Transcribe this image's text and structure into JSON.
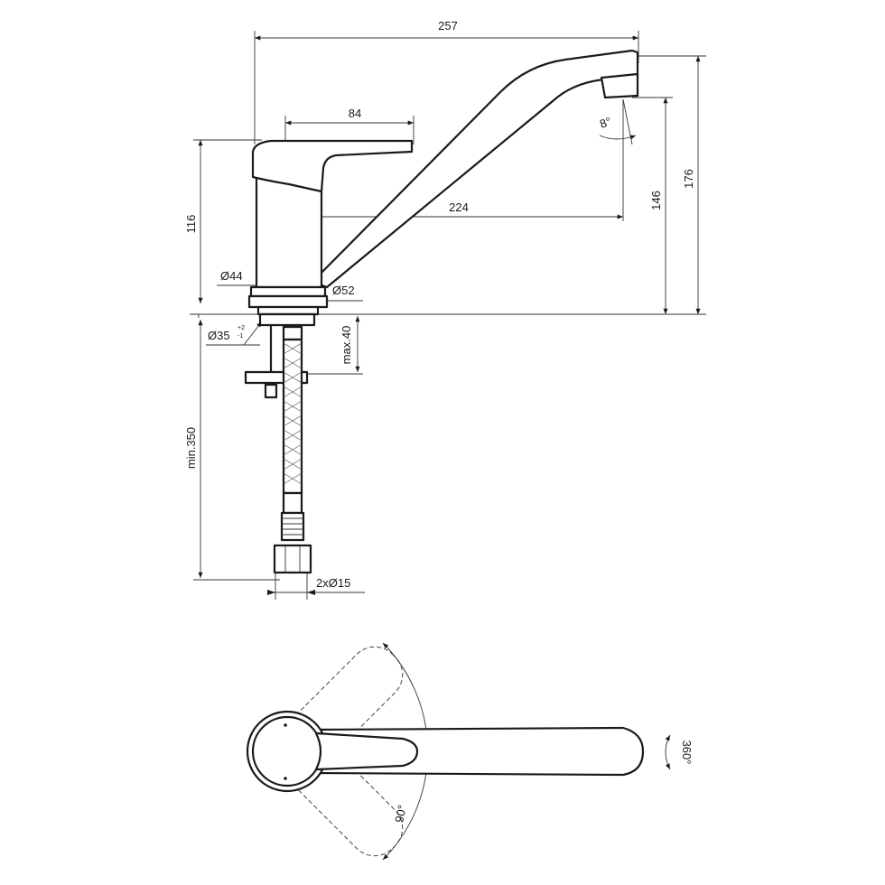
{
  "dimensions": {
    "overall_length": "257",
    "lever_length": "84",
    "height_116": "116",
    "spout_reach": "224",
    "spout_height": "146",
    "overall_height": "176",
    "spray_angle": "8°",
    "base_diameter_44": "Ø44",
    "base_diameter_52": "Ø52",
    "hole_diameter": "Ø35",
    "hole_tolerance_upper": "+2",
    "hole_tolerance_lower": "-1",
    "max_thickness": "max.40",
    "min_hose_length": "min.350",
    "hose_connections": "2xØ15",
    "swivel_angle": "360°",
    "lever_angle": "90°"
  }
}
